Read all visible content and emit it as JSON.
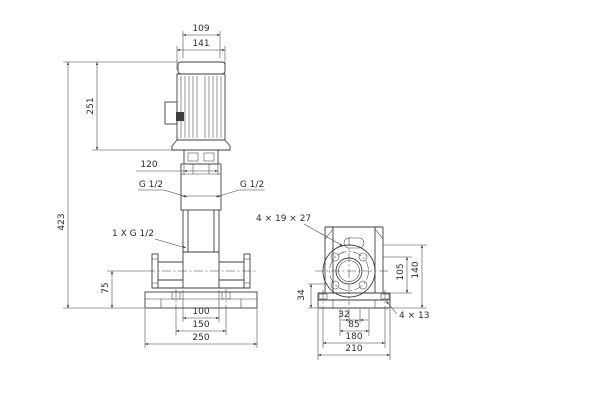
{
  "front_view": {
    "dims": {
      "fan_cover_width": "109",
      "motor_width": "141",
      "motor_height": "251",
      "coupling_width": "120",
      "total_height": "423",
      "port_centerline_height": "75",
      "port_spacing": "100",
      "bolt_spacing": "150",
      "base_width": "250"
    },
    "labels": {
      "plug_left": "G 1/2",
      "plug_right": "G 1/2",
      "drain_plug": "1 X G 1/2"
    }
  },
  "side_view": {
    "dims": {
      "stool_slots": "4 × 19 × 27",
      "edge_height": "34",
      "flange_height": "105",
      "stool_height": "140",
      "center_offset": "32",
      "foot_spacing": "85",
      "bolt_hole_spacing": "180",
      "base_length": "210",
      "base_holes": "4 × 13"
    }
  }
}
